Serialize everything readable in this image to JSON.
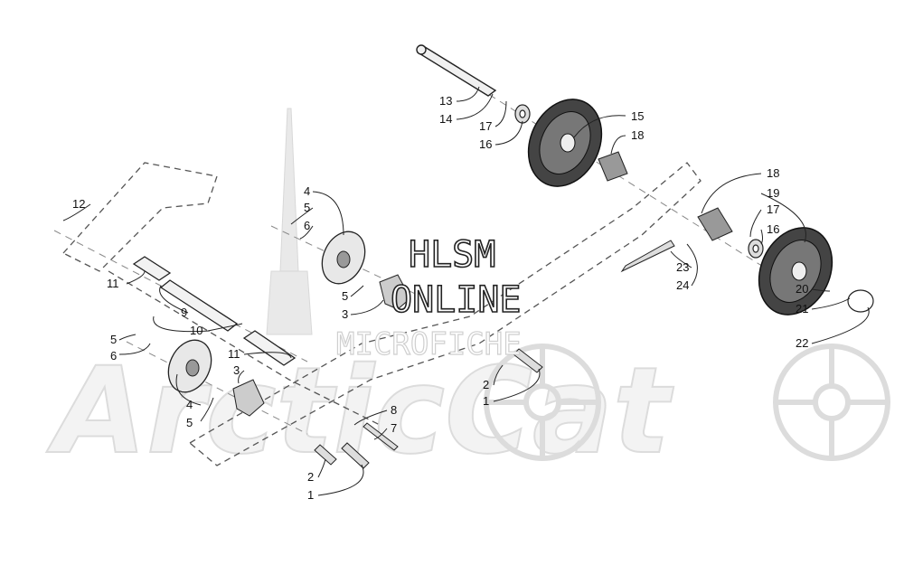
{
  "watermark": {
    "line1": "HLSM",
    "line2": "ONLINE",
    "line3": "MICROFICHE",
    "brand": "ArcticCat"
  },
  "callouts": [
    {
      "id": "c13",
      "text": "13"
    },
    {
      "id": "c14",
      "text": "14"
    },
    {
      "id": "c17a",
      "text": "17"
    },
    {
      "id": "c16a",
      "text": "16"
    },
    {
      "id": "c15",
      "text": "15"
    },
    {
      "id": "c18a",
      "text": "18"
    },
    {
      "id": "c18b",
      "text": "18"
    },
    {
      "id": "c19",
      "text": "19"
    },
    {
      "id": "c17b",
      "text": "17"
    },
    {
      "id": "c16b",
      "text": "16"
    },
    {
      "id": "c12",
      "text": "12"
    },
    {
      "id": "c4a",
      "text": "4"
    },
    {
      "id": "c5a",
      "text": "5"
    },
    {
      "id": "c6a",
      "text": "6"
    },
    {
      "id": "c11a",
      "text": "11"
    },
    {
      "id": "c9",
      "text": "9"
    },
    {
      "id": "c10",
      "text": "10"
    },
    {
      "id": "c5b",
      "text": "5"
    },
    {
      "id": "c3a",
      "text": "3"
    },
    {
      "id": "c5c",
      "text": "5"
    },
    {
      "id": "c6b",
      "text": "6"
    },
    {
      "id": "c11b",
      "text": "11"
    },
    {
      "id": "c3b",
      "text": "3"
    },
    {
      "id": "c4b",
      "text": "4"
    },
    {
      "id": "c5d",
      "text": "5"
    },
    {
      "id": "c23",
      "text": "23"
    },
    {
      "id": "c24",
      "text": "24"
    },
    {
      "id": "c20",
      "text": "20"
    },
    {
      "id": "c21",
      "text": "21"
    },
    {
      "id": "c22",
      "text": "22"
    },
    {
      "id": "c2a",
      "text": "2"
    },
    {
      "id": "c1a",
      "text": "1"
    },
    {
      "id": "c8",
      "text": "8"
    },
    {
      "id": "c7",
      "text": "7"
    },
    {
      "id": "c2b",
      "text": "2"
    },
    {
      "id": "c1b",
      "text": "1"
    }
  ]
}
